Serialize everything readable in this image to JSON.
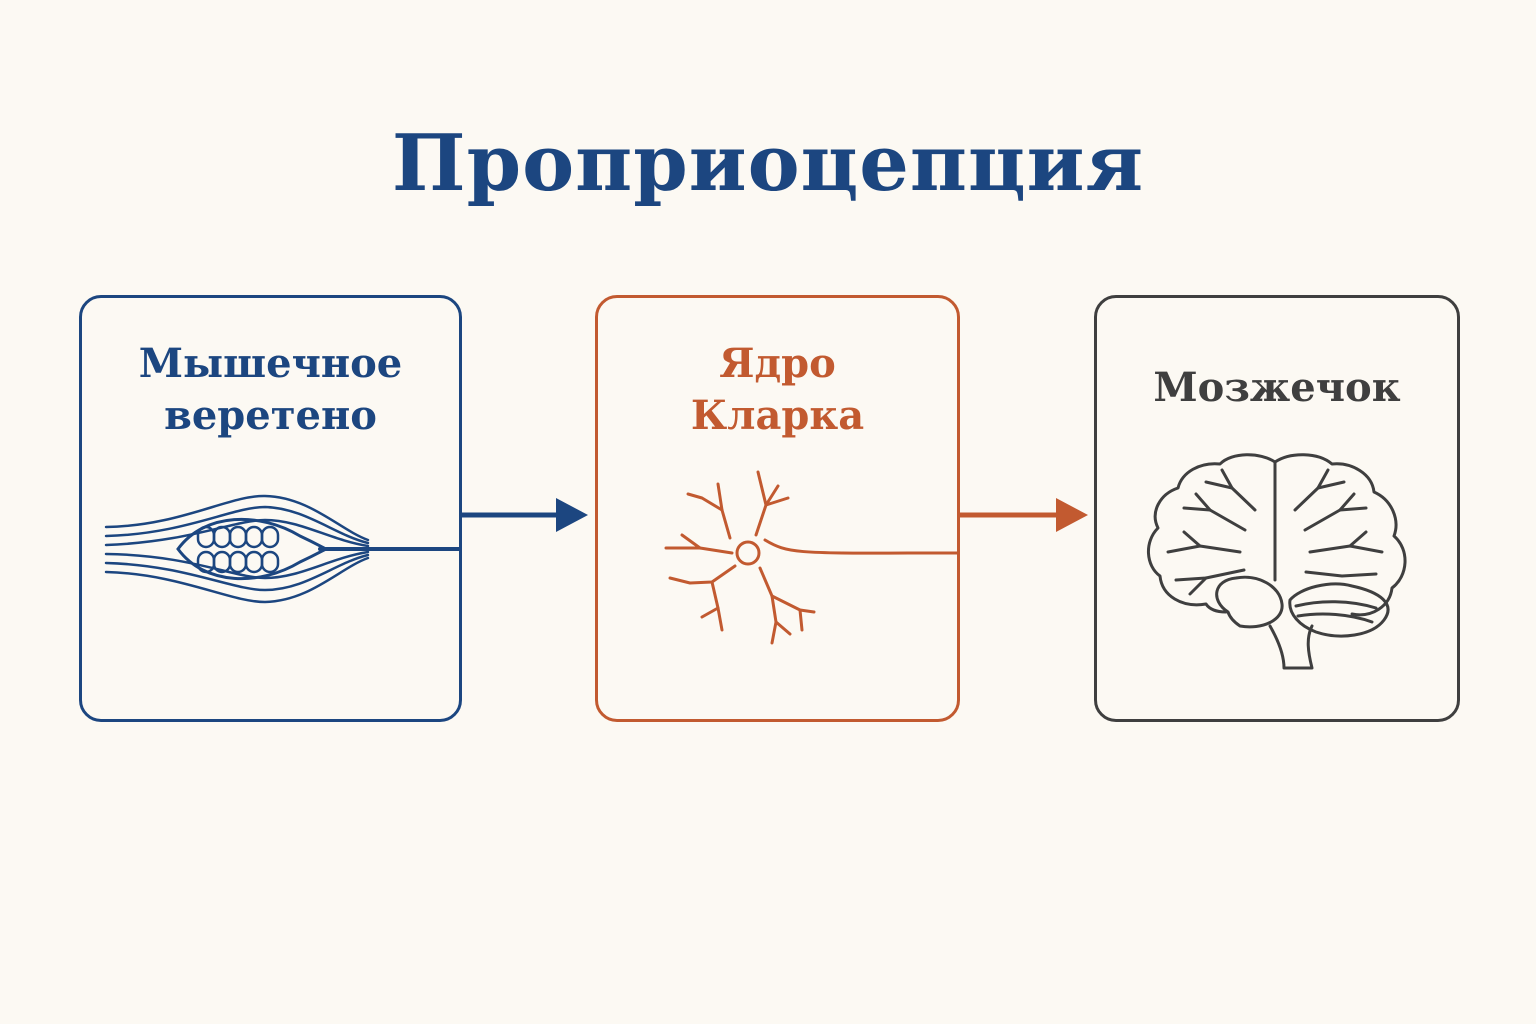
{
  "title": "Проприоцепция",
  "colors": {
    "blue": "#1c4680",
    "orange": "#c25a30",
    "gray": "#3f3f3f",
    "background": "#fcf9f3"
  },
  "steps": [
    {
      "label": "Мышечное\nверетено",
      "icon": "muscle-spindle-icon",
      "color": "#1c4680"
    },
    {
      "label": "Ядро\nКларка",
      "icon": "neuron-icon",
      "color": "#c25a30"
    },
    {
      "label": "Мозжечок",
      "icon": "brain-icon",
      "color": "#3f3f3f"
    }
  ],
  "arrows": [
    {
      "from": 0,
      "to": 1,
      "color": "#1c4680"
    },
    {
      "from": 1,
      "to": 2,
      "color": "#c25a30"
    }
  ]
}
